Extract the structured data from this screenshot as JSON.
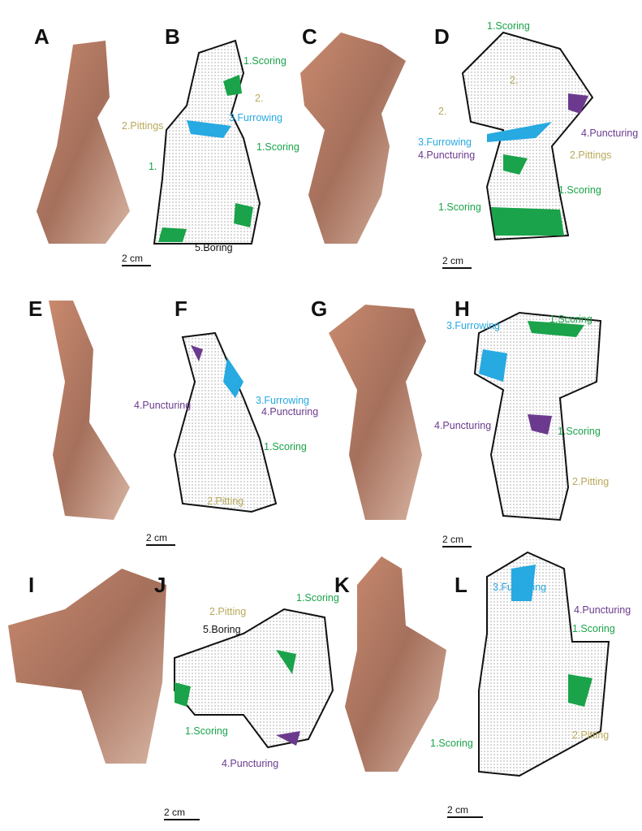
{
  "colors": {
    "scoring": "#1aa34a",
    "pitting": "#b9a95a",
    "furrowing": "#27a9e1",
    "puncturing": "#6b3a8e",
    "boring": "#111111"
  },
  "panels": {
    "A": "A",
    "B": "B",
    "C": "C",
    "D": "D",
    "E": "E",
    "F": "F",
    "G": "G",
    "H": "H",
    "I": "I",
    "J": "J",
    "K": "K",
    "L": "L"
  },
  "scale_bar": "2 cm",
  "labels": {
    "B": [
      "1.Scoring",
      "2.",
      "2.Pittings",
      "3.Furrowing",
      "1.Scoring",
      "1.",
      "5.Boring"
    ],
    "D": [
      "1.Scoring",
      "2.",
      "2.",
      "4.Puncturing",
      "3.Furrowing",
      "4.Puncturing",
      "2.Pittings",
      "1.Scoring",
      "1.Scoring"
    ],
    "F": [
      "3.Furrowing",
      "4.Puncturing",
      "4.Puncturing",
      "1.Scoring",
      "2.Pitting"
    ],
    "H": [
      "3.Furrowing",
      "1.Scoring",
      "4.Puncturing",
      "1.Scoring",
      "2.Pitting"
    ],
    "J": [
      "2.Pitting",
      "1.Scoring",
      "5.Boring",
      "1.Scoring",
      "4.Puncturing"
    ],
    "L": [
      "3.Furrowing",
      "4.Puncturing",
      "1.Scoring",
      "1.Scoring",
      "2.Pitting"
    ]
  }
}
